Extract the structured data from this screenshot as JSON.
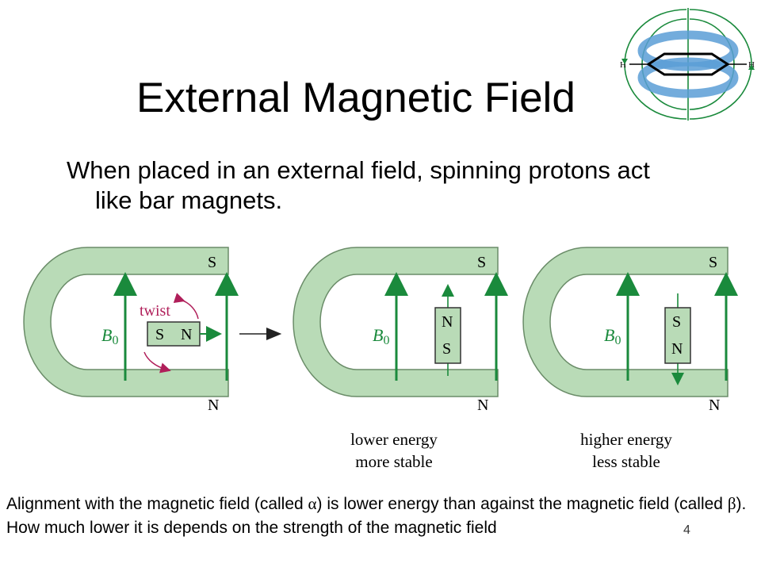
{
  "slide": {
    "title": "External Magnetic Field",
    "bullet": "When placed in an external field, spinning protons act like bar magnets.",
    "footer_parts": {
      "p1": "Alignment with the magnetic field (called ",
      "alpha": "α",
      "p2": ") is lower energy than against the magnetic field (called ",
      "beta": "β",
      "p3": ").  How much lower it is depends on the strength of the magnetic field"
    },
    "page_number": "4"
  },
  "diagram": {
    "poles": {
      "south": "S",
      "north": "N"
    },
    "field_label": {
      "symbol": "B",
      "subscript": "0"
    },
    "twist_label": "twist",
    "magnet1": {
      "left": "S",
      "right": "N"
    },
    "magnet2": {
      "top": "N",
      "bottom": "S"
    },
    "magnet3": {
      "top": "S",
      "bottom": "N"
    },
    "caption1": {
      "line1": "lower energy",
      "line2": "more stable"
    },
    "caption2": {
      "line1": "higher energy",
      "line2": "less stable"
    },
    "benzene_h": "H"
  },
  "colors": {
    "magnet_fill": "#b9dbb7",
    "field_arrow": "#1a8a3c",
    "twist": "#b01f5a",
    "ring_current": "#5a9ed6"
  }
}
